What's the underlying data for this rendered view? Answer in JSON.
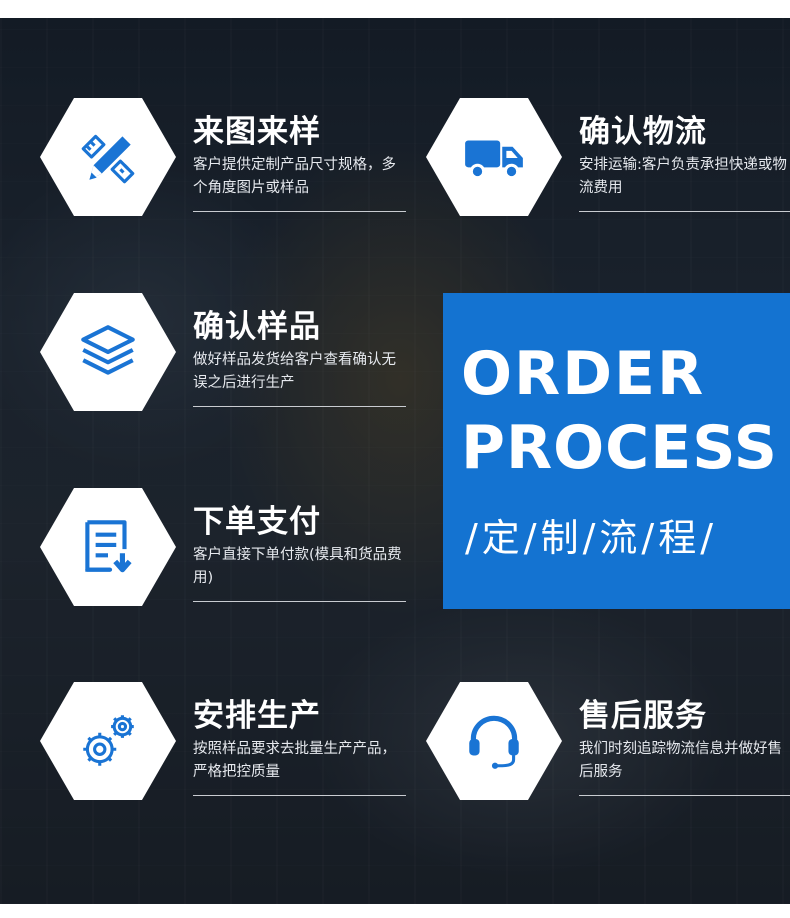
{
  "colors": {
    "accent": "#1473d1",
    "icon": "#1a74d4"
  },
  "steps": [
    {
      "title": "来图来样",
      "desc": "客户提供定制产品尺寸规格，多个角度图片或样品",
      "icon": "pencil-ruler-icon"
    },
    {
      "title": "确认物流",
      "desc": "安排运输:客户负责承担快递或物流费用",
      "icon": "truck-icon"
    },
    {
      "title": "确认样品",
      "desc": "做好样品发货给客户查看确认无误之后进行生产",
      "icon": "layers-icon"
    },
    {
      "title": "下单支付",
      "desc": "客户直接下单付款(模具和货品费用)",
      "icon": "order-download-icon"
    },
    {
      "title": "安排生产",
      "desc": "按照样品要求去批量生产产品，严格把控质量",
      "icon": "gears-icon"
    },
    {
      "title": "售后服务",
      "desc": "我们时刻追踪物流信息并做好售后服务",
      "icon": "headset-icon"
    }
  ],
  "process": {
    "line1": "ORDER",
    "line2": "PROCESS",
    "subtitle": "/定/制/流/程/"
  }
}
